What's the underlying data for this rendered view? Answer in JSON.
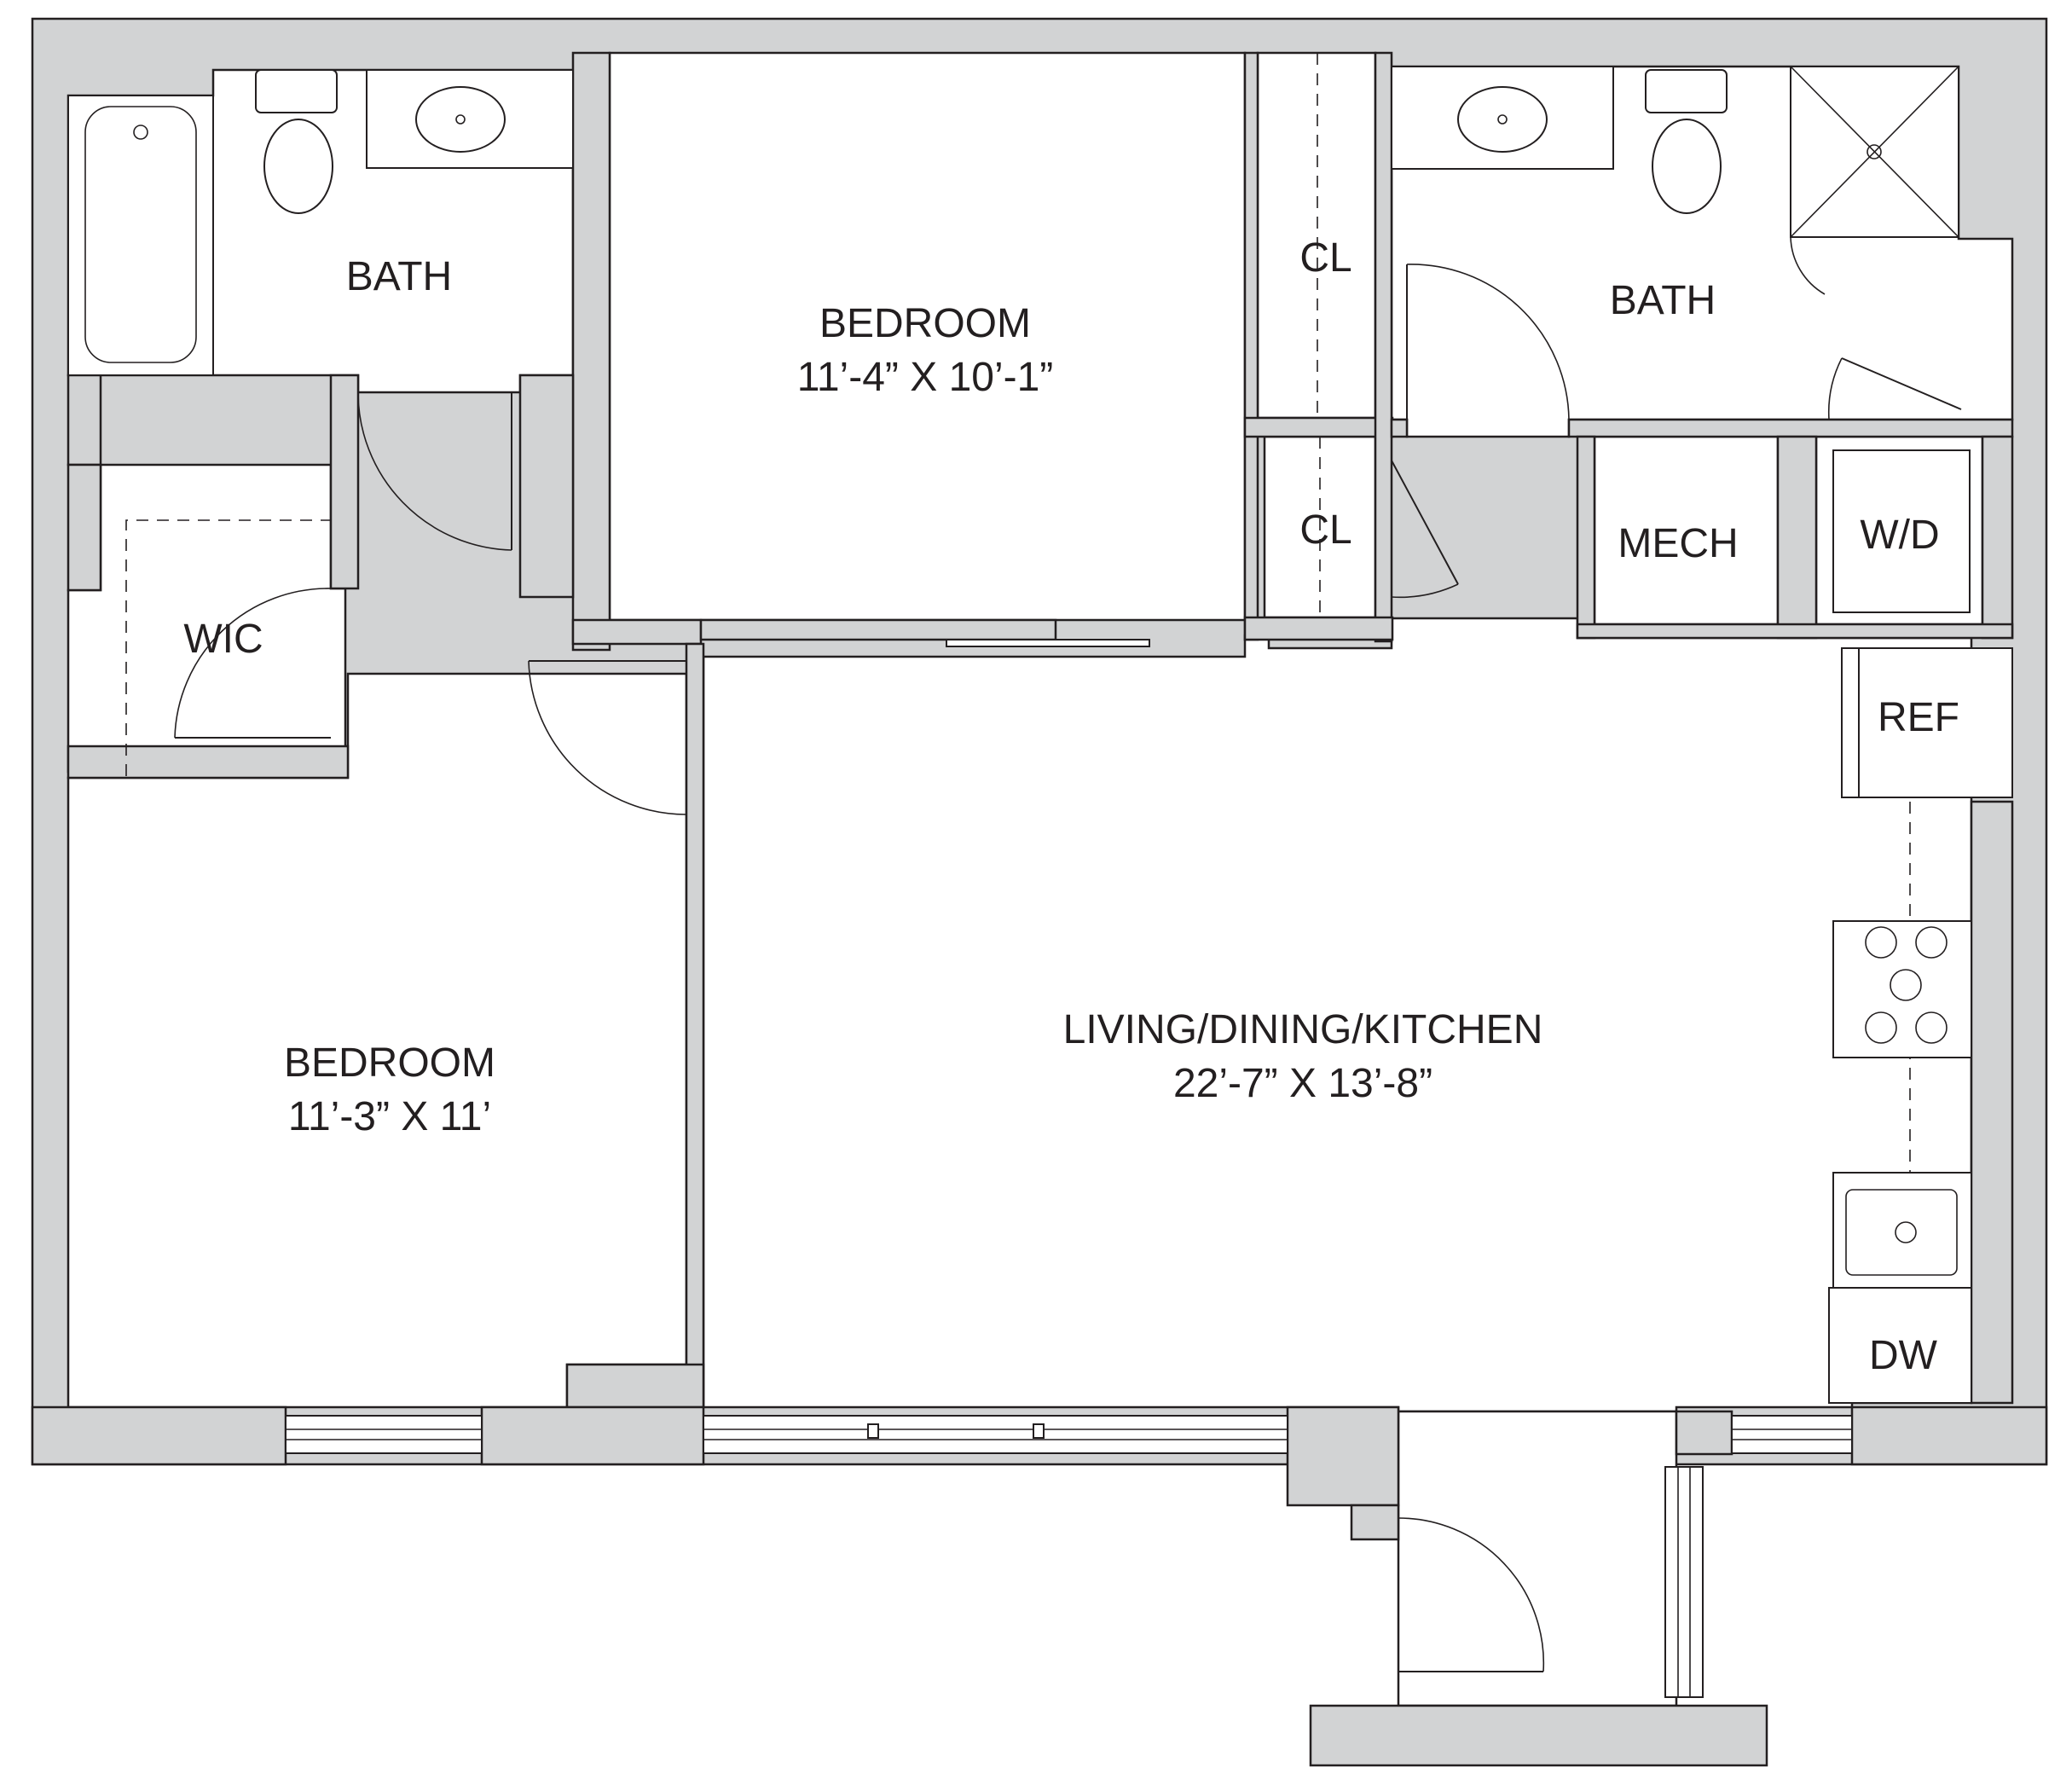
{
  "rooms": {
    "bath_left": {
      "name": "BATH"
    },
    "wic": {
      "name": "WIC"
    },
    "bedroom_top": {
      "name": "BEDROOM",
      "dims": "11’-4” X 10’-1”"
    },
    "bedroom_left": {
      "name": "BEDROOM",
      "dims": "11’-3” X 11’"
    },
    "closet_upper": {
      "name": "CL"
    },
    "closet_lower": {
      "name": "CL"
    },
    "bath_right": {
      "name": "BATH"
    },
    "mech": {
      "name": "MECH"
    },
    "washer_dryer": {
      "name": "W/D"
    },
    "refrigerator": {
      "name": "REF"
    },
    "living": {
      "name": "LIVING/DINING/KITCHEN",
      "dims": "22’-7” X 13’-8”"
    },
    "dishwasher": {
      "name": "DW"
    }
  },
  "colors": {
    "wall_fill": "#d2d3d4",
    "line": "#231f20",
    "floor": "#ffffff"
  }
}
